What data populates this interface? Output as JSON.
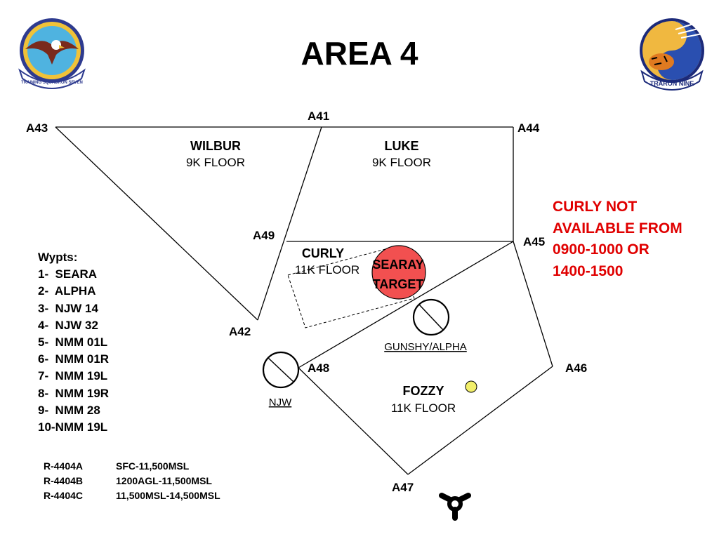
{
  "title": "AREA 4",
  "points": {
    "a41": "A41",
    "a42": "A42",
    "a43": "A43",
    "a44": "A44",
    "a45": "A45",
    "a46": "A46",
    "a47": "A47",
    "a48": "A48",
    "a49": "A49"
  },
  "areas": {
    "wilbur": {
      "name": "WILBUR",
      "floor": "9K FLOOR"
    },
    "luke": {
      "name": "LUKE",
      "floor": "9K FLOOR"
    },
    "curly": {
      "name": "CURLY",
      "floor": "11K FLOOR"
    },
    "fozzy": {
      "name": "FOZZY",
      "floor": "11K FLOOR"
    }
  },
  "target": {
    "line1": "SEARAY",
    "line2": "TARGET",
    "color": "#f25050"
  },
  "markers": {
    "gunshy": "GUNSHY/ALPHA",
    "njw": "NJW"
  },
  "point_marker_color": "#f2ef6a",
  "waypoints": {
    "heading": "Wypts:",
    "items": [
      "1-  SEARA",
      "2-  ALPHA",
      "3-  NJW 14",
      "4-  NJW 32",
      "5-  NMM 01L",
      "6-  NMM 01R",
      "7-  NMM 19L",
      "8-  NMM 19R",
      "9-  NMM 28",
      "10-NMM 19L"
    ]
  },
  "airspace": [
    {
      "id": "R-4404A",
      "range": "SFC-11,500MSL"
    },
    {
      "id": "R-4404B",
      "range": "1200AGL-11,500MSL"
    },
    {
      "id": "R-4404C",
      "range": "11,500MSL-14,500MSL"
    }
  ],
  "notice": {
    "lines": [
      "CURLY NOT",
      "AVAILABLE FROM",
      "0900-1000 OR",
      "1400-1500"
    ],
    "color": "#e00000"
  },
  "emblems": {
    "left": {
      "banner": "TRAINING SQUADRON SEVEN"
    },
    "right": {
      "banner": "TRARON NINE"
    }
  }
}
